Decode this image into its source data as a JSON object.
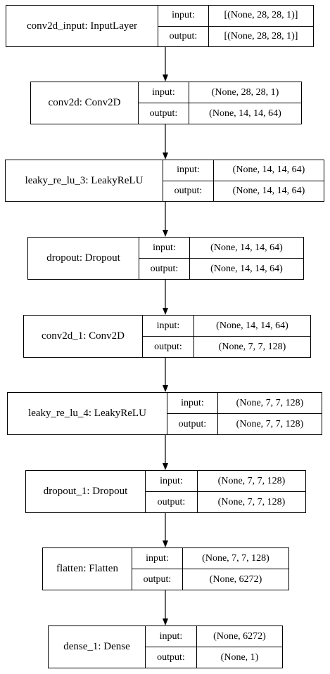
{
  "labels": {
    "input": "input:",
    "output": "output:"
  },
  "layers": [
    {
      "name": "conv2d_input: InputLayer",
      "input": "[(None, 28, 28, 1)]",
      "output": "[(None, 28, 28, 1)]"
    },
    {
      "name": "conv2d: Conv2D",
      "input": "(None, 28, 28, 1)",
      "output": "(None, 14, 14, 64)"
    },
    {
      "name": "leaky_re_lu_3: LeakyReLU",
      "input": "(None, 14, 14, 64)",
      "output": "(None, 14, 14, 64)"
    },
    {
      "name": "dropout: Dropout",
      "input": "(None, 14, 14, 64)",
      "output": "(None, 14, 14, 64)"
    },
    {
      "name": "conv2d_1: Conv2D",
      "input": "(None, 14, 14, 64)",
      "output": "(None, 7, 7, 128)"
    },
    {
      "name": "leaky_re_lu_4: LeakyReLU",
      "input": "(None, 7, 7, 128)",
      "output": "(None, 7, 7, 128)"
    },
    {
      "name": "dropout_1: Dropout",
      "input": "(None, 7, 7, 128)",
      "output": "(None, 7, 7, 128)"
    },
    {
      "name": "flatten: Flatten",
      "input": "(None, 7, 7, 128)",
      "output": "(None, 6272)"
    },
    {
      "name": "dense_1: Dense",
      "input": "(None, 6272)",
      "output": "(None, 1)"
    }
  ]
}
